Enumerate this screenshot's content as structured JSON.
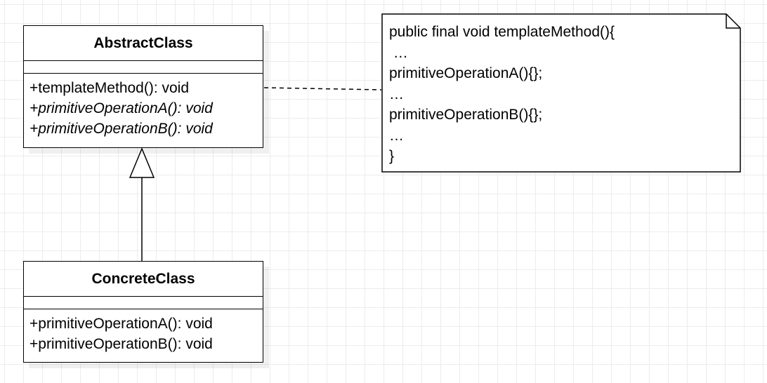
{
  "abstract_class": {
    "name": "AbstractClass",
    "operations": [
      {
        "text": "+templateMethod(): void",
        "abstract": false
      },
      {
        "text": "+primitiveOperationA(): void",
        "abstract": true
      },
      {
        "text": "+primitiveOperationB(): void",
        "abstract": true
      }
    ]
  },
  "concrete_class": {
    "name": "ConcreteClass",
    "operations": [
      {
        "text": "+primitiveOperationA(): void",
        "abstract": false
      },
      {
        "text": "+primitiveOperationB(): void",
        "abstract": false
      }
    ]
  },
  "note": {
    "lines": [
      "public final void templateMethod(){",
      " …",
      "primitiveOperationA(){};",
      "…",
      "primitiveOperationB(){};",
      "…",
      "}"
    ]
  },
  "relations": {
    "generalization": {
      "from": "ConcreteClass",
      "to": "AbstractClass"
    },
    "note_link": {
      "from": "AbstractClass.templateMethod",
      "to": "note",
      "style": "dashed"
    }
  }
}
